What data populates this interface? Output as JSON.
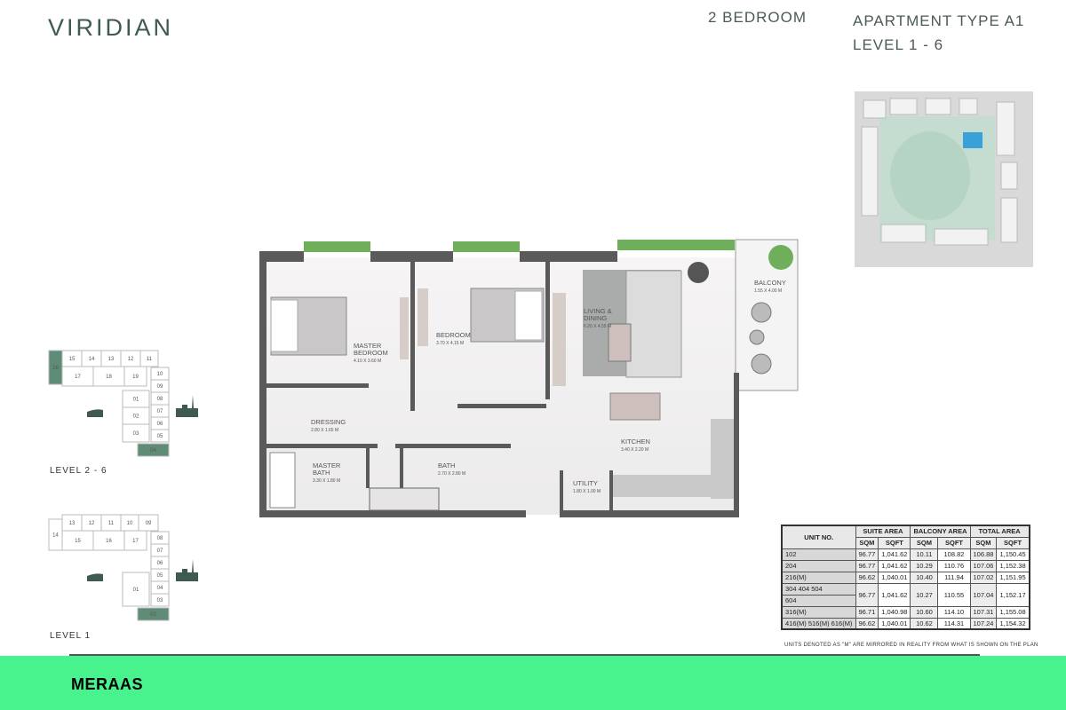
{
  "header": {
    "brand": "VIRIDIAN",
    "bedrooms": "2 BEDROOM",
    "apartment_type": "APARTMENT TYPE A1",
    "levels": "LEVEL 1 - 6"
  },
  "rooms": [
    {
      "name": "MASTER",
      "name2": "BEDROOM",
      "size": "4.10 X 3.60 M"
    },
    {
      "name": "BEDROOM",
      "size": "3.70 X 4.15 M"
    },
    {
      "name": "LIVING &",
      "name2": "DINING",
      "size": "6.20 X 4.55 M"
    },
    {
      "name": "BALCONY",
      "size": "1.55 X 4.00 M"
    },
    {
      "name": "DRESSING",
      "size": "2.80 X 1.65 M"
    },
    {
      "name": "MASTER",
      "name2": "BATH",
      "size": "3.30 X 1.80 M"
    },
    {
      "name": "BATH",
      "size": "2.70 X 2.80 M"
    },
    {
      "name": "KITCHEN",
      "size": "3.40 X 2.20 M"
    },
    {
      "name": "UTILITY",
      "size": "1.80 X 1.00 M"
    }
  ],
  "keyplans": [
    {
      "label": "LEVEL  2 - 6",
      "units": [
        "15",
        "14",
        "13",
        "12",
        "11",
        "16",
        "17",
        "18",
        "19",
        "10",
        "09",
        "08",
        "07",
        "06",
        "05",
        "01",
        "02",
        "03",
        "04"
      ],
      "highlighted": [
        "16",
        "04"
      ]
    },
    {
      "label": "LEVEL  1",
      "units": [
        "13",
        "12",
        "11",
        "10",
        "09",
        "14",
        "15",
        "16",
        "17",
        "08",
        "07",
        "06",
        "05",
        "04",
        "01",
        "03",
        "02"
      ],
      "highlighted": [
        "02"
      ]
    }
  ],
  "area_table": {
    "headers": {
      "unit": "UNIT NO.",
      "suite": "SUITE AREA",
      "balcony": "BALCONY AREA",
      "total": "TOTAL AREA",
      "sqm": "SQM",
      "sqft": "SQFT"
    },
    "rows": [
      {
        "unit": "102",
        "suite_sqm": "96.77",
        "suite_sqft": "1,041.62",
        "bal_sqm": "10.11",
        "bal_sqft": "108.82",
        "tot_sqm": "106.88",
        "tot_sqft": "1,150.45"
      },
      {
        "unit": "204",
        "suite_sqm": "96.77",
        "suite_sqft": "1,041.62",
        "bal_sqm": "10.29",
        "bal_sqft": "110.76",
        "tot_sqm": "107.06",
        "tot_sqft": "1,152.38"
      },
      {
        "unit": "216(M)",
        "suite_sqm": "96.62",
        "suite_sqft": "1,040.01",
        "bal_sqm": "10.40",
        "bal_sqft": "111.94",
        "tot_sqm": "107.02",
        "tot_sqft": "1,151.95"
      },
      {
        "unit": "304     404     504",
        "unit2": "604",
        "suite_sqm": "96.77",
        "suite_sqft": "1,041.62",
        "bal_sqm": "10.27",
        "bal_sqft": "110.55",
        "tot_sqm": "107.04",
        "tot_sqft": "1,152.17"
      },
      {
        "unit": "316(M)",
        "suite_sqm": "96.71",
        "suite_sqft": "1,040.98",
        "bal_sqm": "10.60",
        "bal_sqft": "114.10",
        "tot_sqm": "107.31",
        "tot_sqft": "1,155.08"
      },
      {
        "unit": "416(M)  516(M)  616(M)",
        "suite_sqm": "96.62",
        "suite_sqft": "1,040.01",
        "bal_sqm": "10.62",
        "bal_sqft": "114.31",
        "tot_sqm": "107.24",
        "tot_sqft": "1,154.32"
      }
    ],
    "note": "UNITS DENOTED AS \"M\" ARE MIRRORED IN REALITY FROM WHAT IS SHOWN ON THE PLAN"
  },
  "footer": {
    "logo": "MERAAS"
  },
  "colors": {
    "highlight_green": "#5E8C76",
    "footer_green": "#48F28C",
    "wall": "#5a5a5a",
    "pool": "#3aa0d8"
  }
}
